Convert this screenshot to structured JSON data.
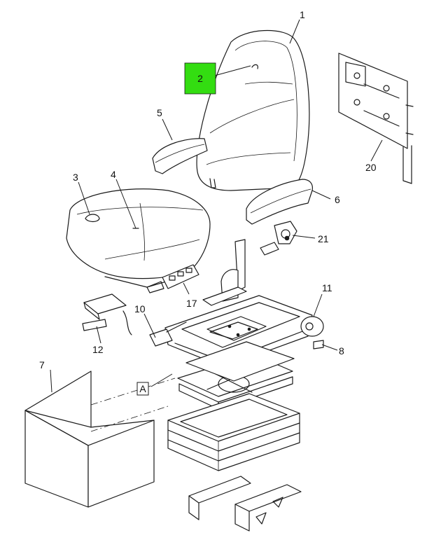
{
  "callouts": {
    "c1": "1",
    "c2": "2",
    "c3": "3",
    "c4": "4",
    "c5": "5",
    "c6": "6",
    "c7": "7",
    "c8": "8",
    "c10": "10",
    "c11": "11",
    "c12": "12",
    "c17": "17",
    "c20": "20",
    "c21": "21"
  },
  "detail_tag": "A",
  "colors": {
    "highlight": "#33dd11",
    "line": "#1a1a1a",
    "background": "#ffffff"
  }
}
